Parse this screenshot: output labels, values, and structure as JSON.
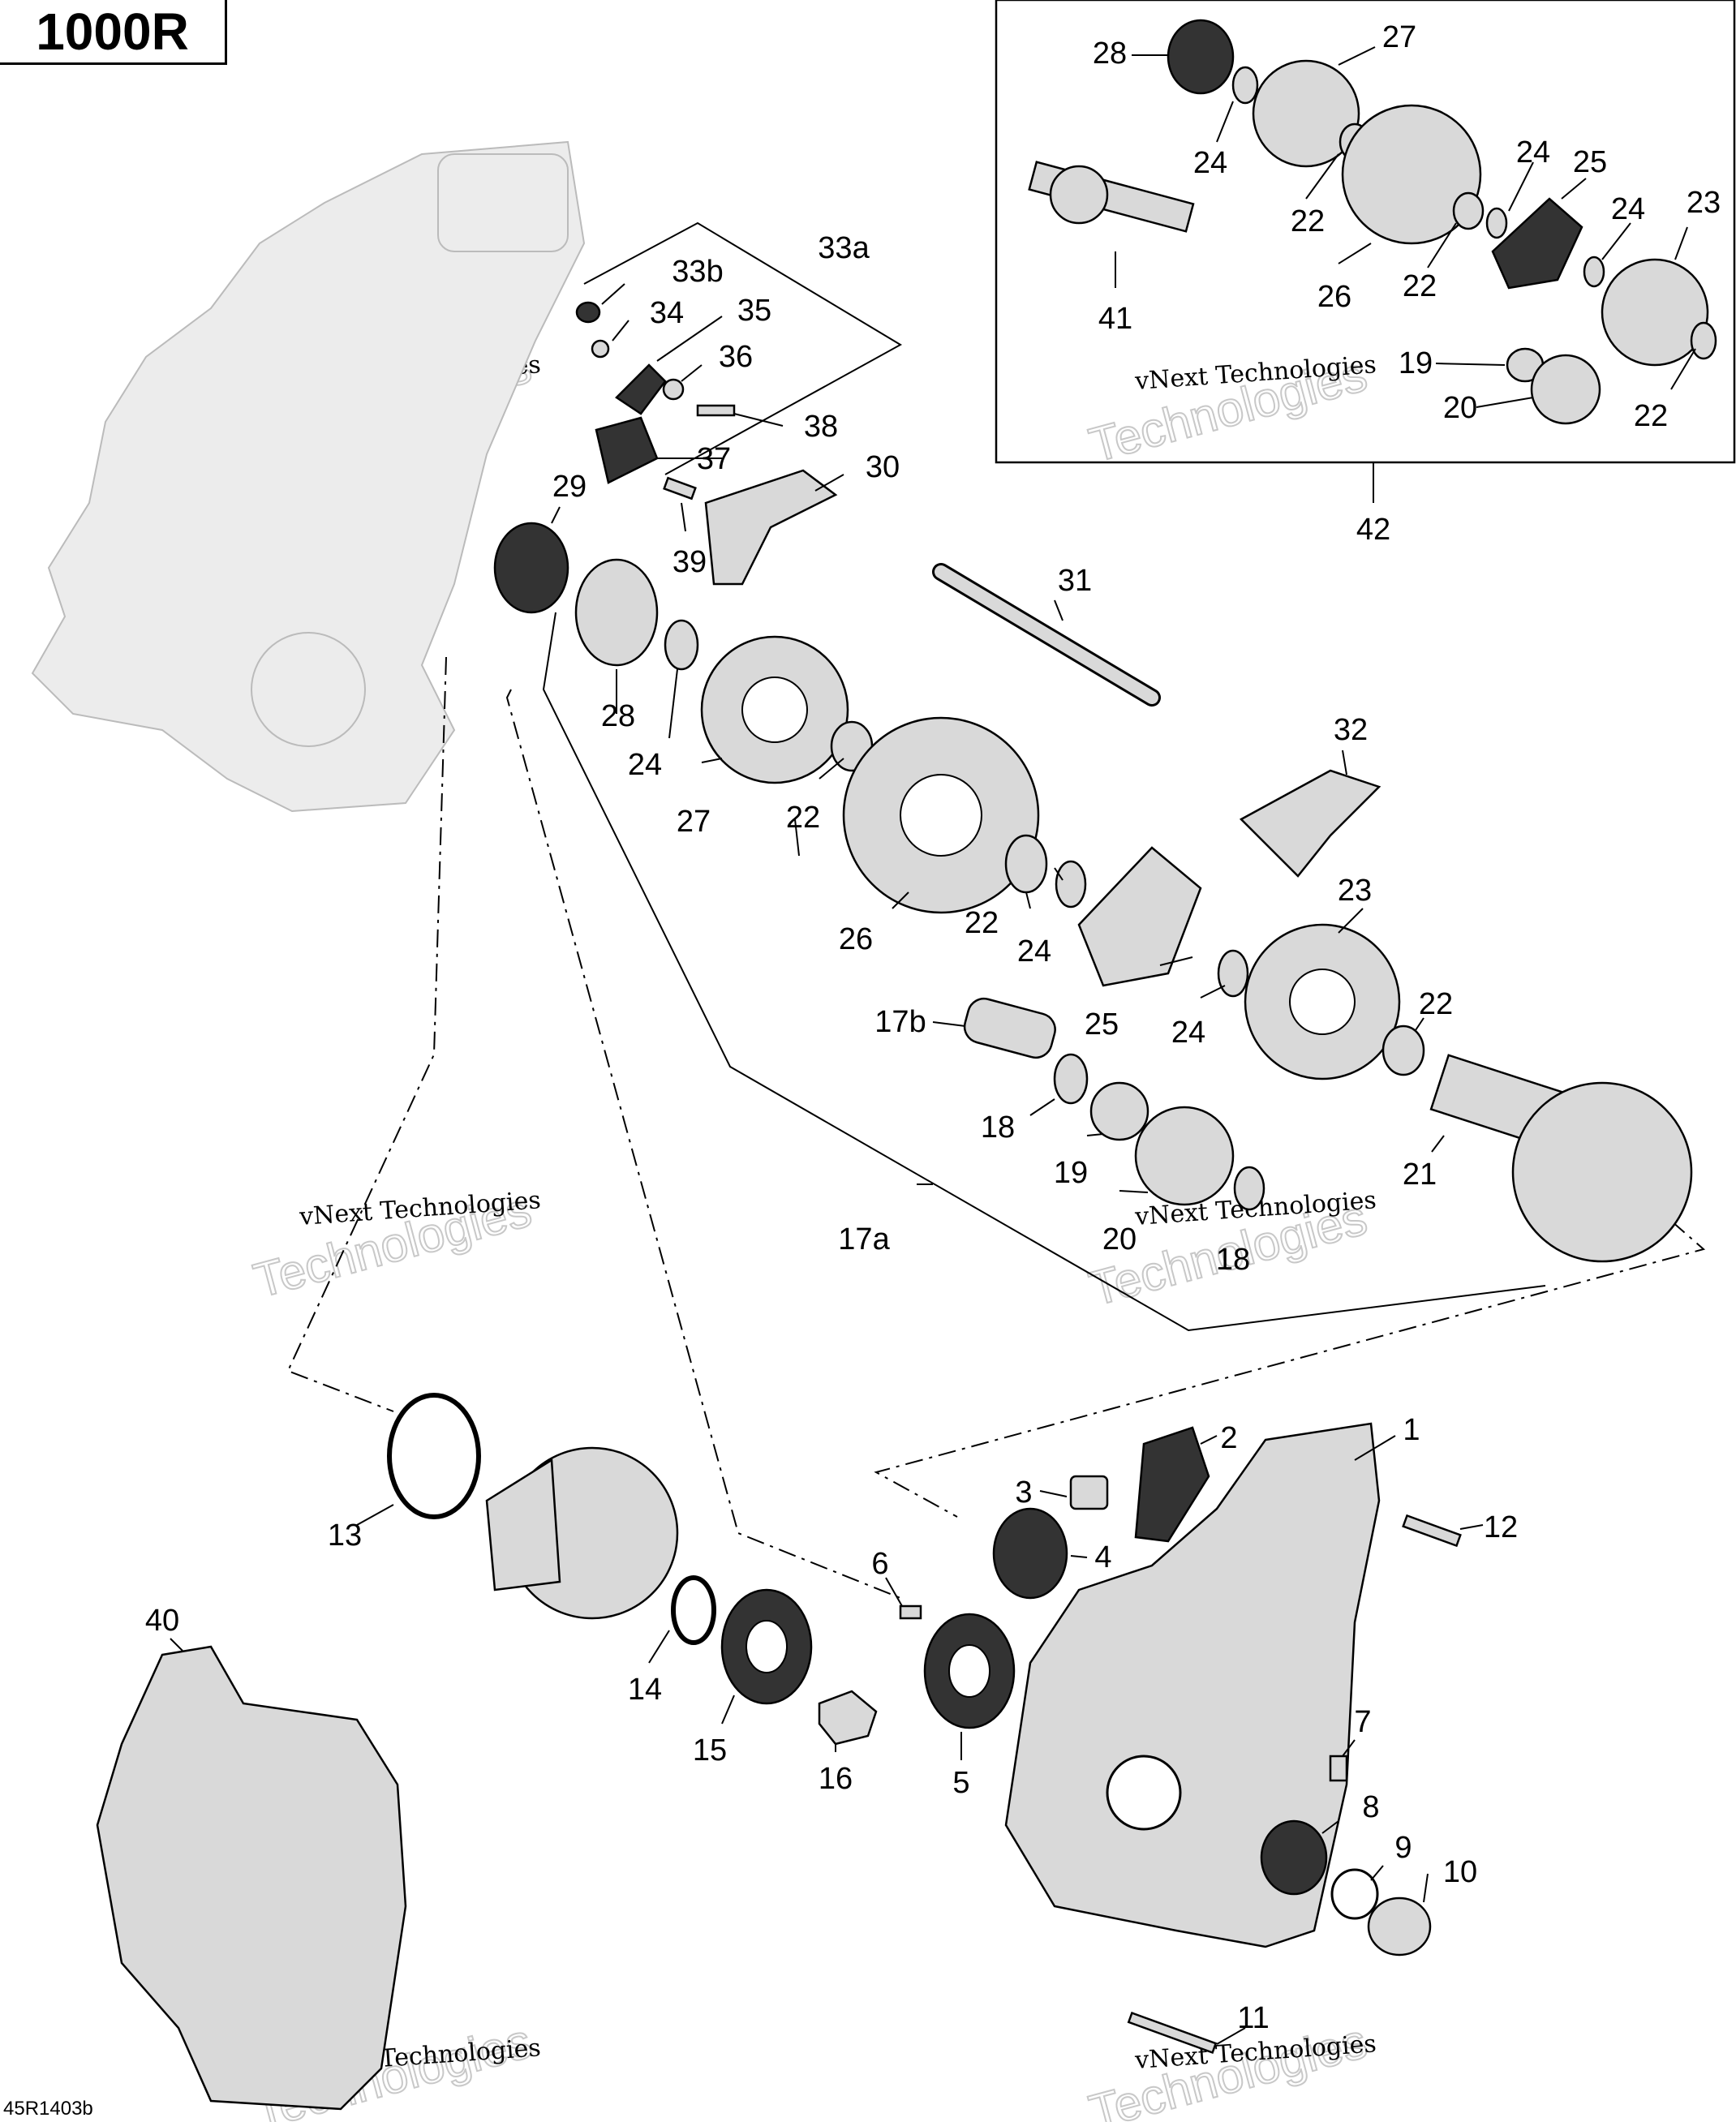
{
  "title": "1000R",
  "reference_code": "45R1403b",
  "watermark": {
    "line1": "vNext Technologies",
    "line2": "Technologies"
  },
  "callouts": [
    {
      "id": "c-1",
      "text": "1"
    },
    {
      "id": "c-2",
      "text": "2"
    },
    {
      "id": "c-3",
      "text": "3"
    },
    {
      "id": "c-4",
      "text": "4"
    },
    {
      "id": "c-5",
      "text": "5"
    },
    {
      "id": "c-6",
      "text": "6"
    },
    {
      "id": "c-7",
      "text": "7"
    },
    {
      "id": "c-8",
      "text": "8"
    },
    {
      "id": "c-9",
      "text": "9"
    },
    {
      "id": "c-10",
      "text": "10"
    },
    {
      "id": "c-11",
      "text": "11"
    },
    {
      "id": "c-12",
      "text": "12"
    },
    {
      "id": "c-13",
      "text": "13"
    },
    {
      "id": "c-14",
      "text": "14"
    },
    {
      "id": "c-15",
      "text": "15"
    },
    {
      "id": "c-16",
      "text": "16"
    },
    {
      "id": "c-17a",
      "text": "17a"
    },
    {
      "id": "c-17b",
      "text": "17b"
    },
    {
      "id": "c-18a",
      "text": "18"
    },
    {
      "id": "c-18b",
      "text": "18"
    },
    {
      "id": "c-19a",
      "text": "19"
    },
    {
      "id": "c-19b",
      "text": "19"
    },
    {
      "id": "c-20a",
      "text": "20"
    },
    {
      "id": "c-20b",
      "text": "20"
    },
    {
      "id": "c-21",
      "text": "21"
    },
    {
      "id": "c-22a",
      "text": "22"
    },
    {
      "id": "c-22b",
      "text": "22"
    },
    {
      "id": "c-22c",
      "text": "22"
    },
    {
      "id": "c-22d",
      "text": "22"
    },
    {
      "id": "c-22e",
      "text": "22"
    },
    {
      "id": "c-22f",
      "text": "22"
    },
    {
      "id": "c-23a",
      "text": "23"
    },
    {
      "id": "c-23b",
      "text": "23"
    },
    {
      "id": "c-24a",
      "text": "24"
    },
    {
      "id": "c-24b",
      "text": "24"
    },
    {
      "id": "c-24c",
      "text": "24"
    },
    {
      "id": "c-24d",
      "text": "24"
    },
    {
      "id": "c-24e",
      "text": "24"
    },
    {
      "id": "c-24f",
      "text": "24"
    },
    {
      "id": "c-25a",
      "text": "25"
    },
    {
      "id": "c-25b",
      "text": "25"
    },
    {
      "id": "c-26a",
      "text": "26"
    },
    {
      "id": "c-26b",
      "text": "26"
    },
    {
      "id": "c-27a",
      "text": "27"
    },
    {
      "id": "c-27b",
      "text": "27"
    },
    {
      "id": "c-28a",
      "text": "28"
    },
    {
      "id": "c-28b",
      "text": "28"
    },
    {
      "id": "c-29",
      "text": "29"
    },
    {
      "id": "c-30",
      "text": "30"
    },
    {
      "id": "c-31",
      "text": "31"
    },
    {
      "id": "c-32",
      "text": "32"
    },
    {
      "id": "c-33a",
      "text": "33a"
    },
    {
      "id": "c-33b",
      "text": "33b"
    },
    {
      "id": "c-34",
      "text": "34"
    },
    {
      "id": "c-35",
      "text": "35"
    },
    {
      "id": "c-36",
      "text": "36"
    },
    {
      "id": "c-37",
      "text": "37"
    },
    {
      "id": "c-38",
      "text": "38"
    },
    {
      "id": "c-39",
      "text": "39"
    },
    {
      "id": "c-40",
      "text": "40"
    },
    {
      "id": "c-41",
      "text": "41"
    },
    {
      "id": "c-42",
      "text": "42"
    }
  ]
}
